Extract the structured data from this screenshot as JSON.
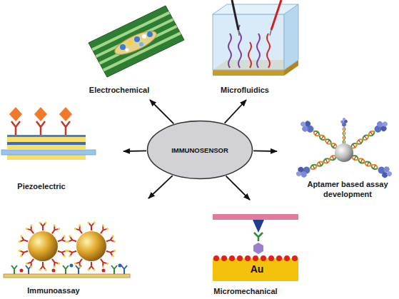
{
  "diagram": {
    "nodes": [
      {
        "text": [
          "Electrochemical"
        ]
      },
      {
        "text": [
          "Microfluidics"
        ]
      },
      {
        "text": [
          "Piezoelectric"
        ]
      },
      {
        "text": [
          "IMMUNOSENSOR"
        ]
      },
      {
        "text": [
          "Aptamer based assay development"
        ]
      },
      {
        "text": [
          "Immunoassay"
        ]
      },
      {
        "text": [
          "Micromechanical"
        ]
      }
    ],
    "edges": [
      {
        "from": 3,
        "to": 0,
        "arrow": "to"
      },
      {
        "from": 3,
        "to": 1,
        "arrow": "to"
      },
      {
        "from": 3,
        "to": 2,
        "arrow": "to"
      },
      {
        "from": 3,
        "to": 4,
        "arrow": "to"
      },
      {
        "from": 3,
        "to": 5,
        "arrow": "to"
      },
      {
        "from": 3,
        "to": 6,
        "arrow": "to"
      }
    ],
    "labels": [
      "Au"
    ]
  }
}
